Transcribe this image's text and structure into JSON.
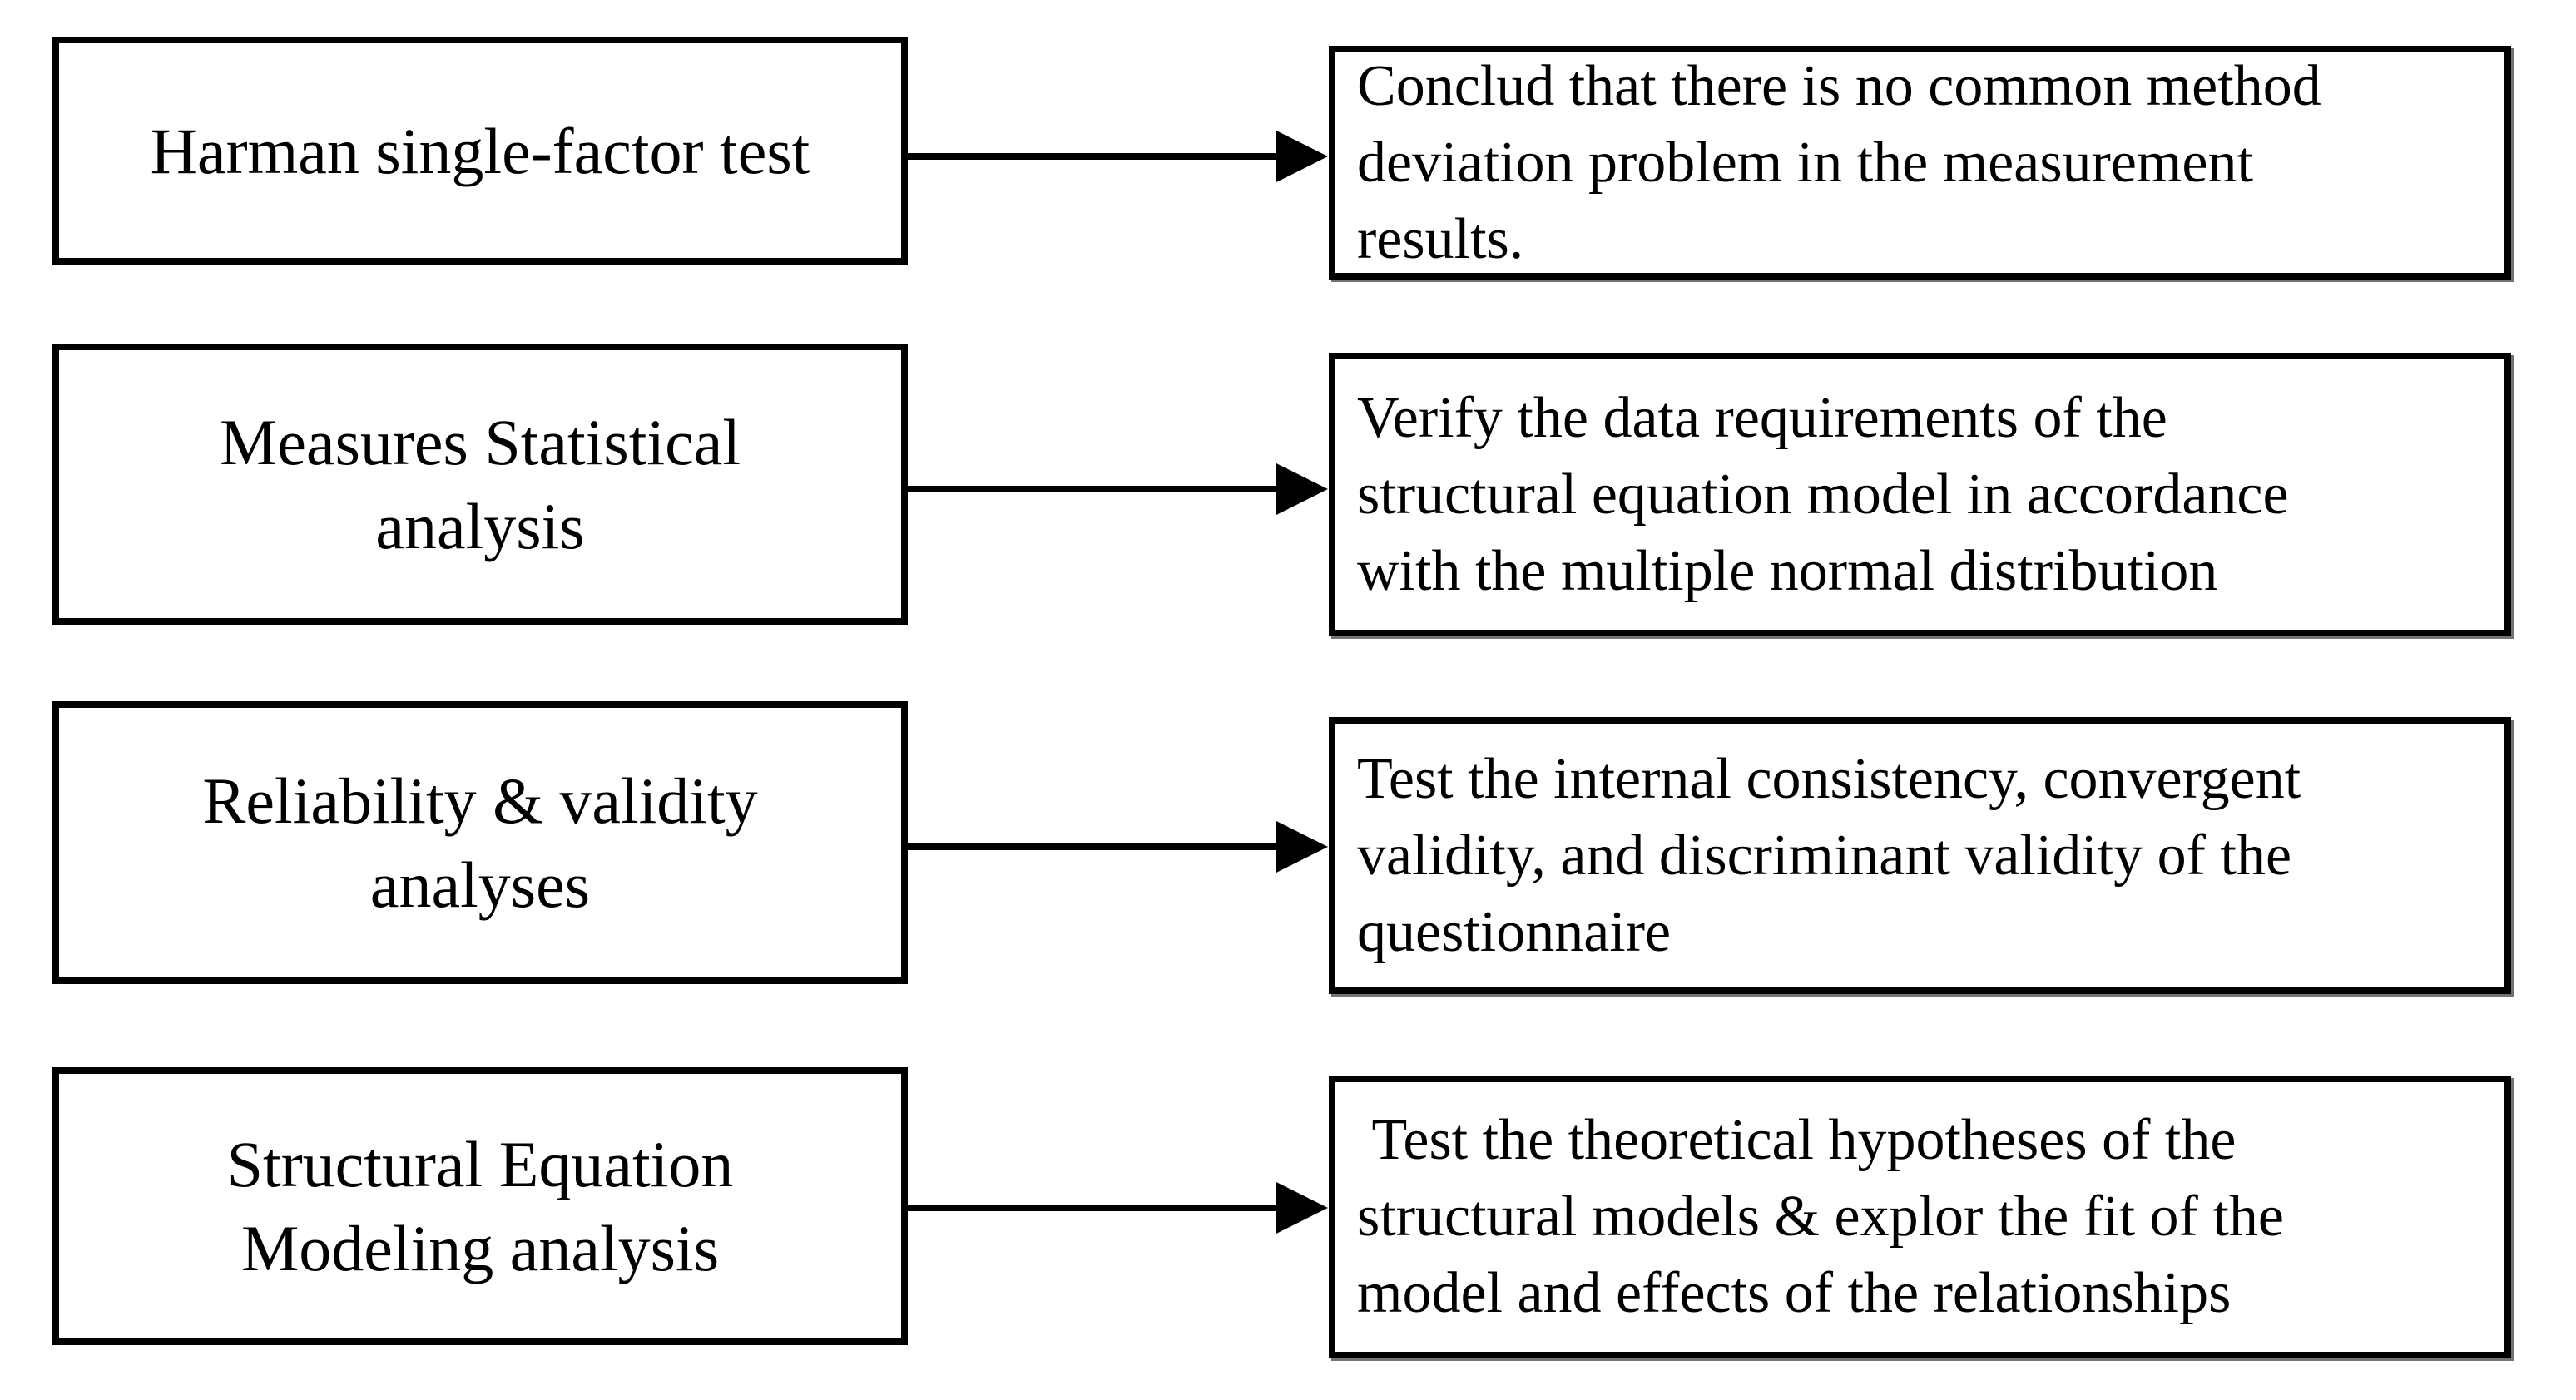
{
  "diagram": {
    "colors": {
      "box_border": "#000000",
      "background": "#ffffff",
      "text": "#000000",
      "arrow": "#000000"
    },
    "rows": [
      {
        "connector": "right-arrow",
        "method": {
          "lines": [
            "Harman single-factor test"
          ]
        },
        "description": {
          "lines": [
            "Conclud that there is no common method",
            "deviation problem in the measurement",
            "results."
          ]
        }
      },
      {
        "connector": "right-arrow",
        "method": {
          "lines": [
            "Measures Statistical",
            "analysis"
          ]
        },
        "description": {
          "lines": [
            "Verify the data requirements of the",
            "structural equation model in accordance",
            "with the multiple normal distribution"
          ]
        }
      },
      {
        "connector": "right-arrow",
        "method": {
          "lines": [
            "Reliability & validity",
            "analyses"
          ]
        },
        "description": {
          "lines": [
            "Test the internal consistency, convergent",
            "validity, and discriminant validity of the",
            "questionnaire"
          ]
        }
      },
      {
        "connector": "right-arrow",
        "method": {
          "lines": [
            "Structural Equation",
            "Modeling analysis"
          ]
        },
        "description": {
          "lines": [
            " Test the theoretical hypotheses of the",
            "structural models & explor the fit of the",
            "model and effects of the relationships"
          ]
        }
      }
    ]
  }
}
